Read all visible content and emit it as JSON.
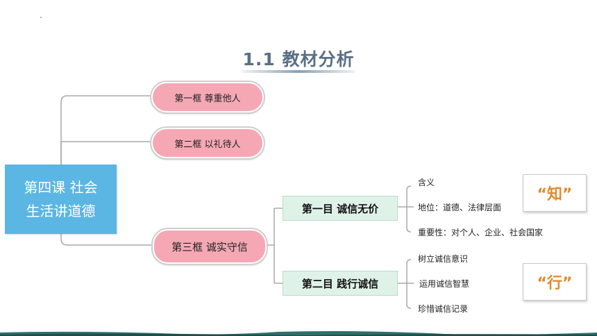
{
  "title": "1.1 教材分析",
  "lesson": {
    "line1": "第四课  社会",
    "line2": "生活讲道德"
  },
  "frames": [
    {
      "label": "第一框  尊重他人"
    },
    {
      "label": "第二框  以礼待人"
    },
    {
      "label": "第三框  诚实守信"
    }
  ],
  "topics": [
    {
      "label": "第一目  诚信无价",
      "items": [
        "含义",
        "地位：道德、法律层面",
        "重要性：对个人、企业、社会国家"
      ],
      "tag": "“知”"
    },
    {
      "label": "第二目  践行诚信",
      "items": [
        "树立诚信意识",
        "运用诚信智慧",
        "珍惜诚信记录"
      ],
      "tag": "“行”"
    }
  ],
  "colors": {
    "lesson_box": "#5bb6e4",
    "frame_pill": "#f5a8b4",
    "topic_box": "#dff2e8",
    "tag_text": "#e08a2c",
    "title": "#5a6f86"
  }
}
